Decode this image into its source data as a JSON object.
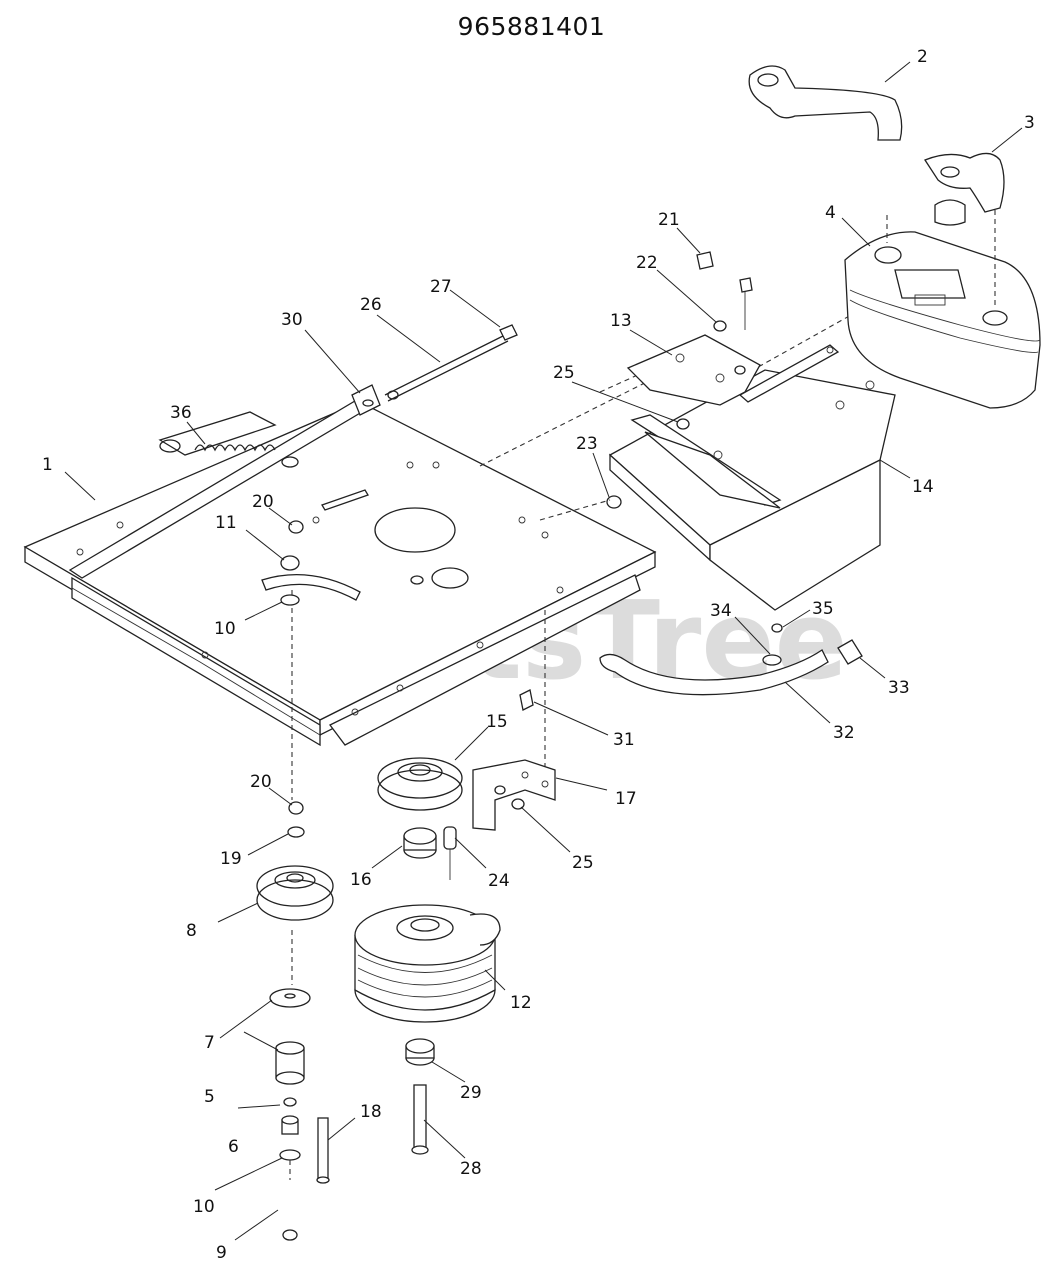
{
  "diagram": {
    "title": "965881401",
    "watermark": "PartsTree",
    "callouts": {
      "c1": "1",
      "c2": "2",
      "c3": "3",
      "c4": "4",
      "c5": "5",
      "c6": "6",
      "c7": "7",
      "c8": "8",
      "c9": "9",
      "c10a": "10",
      "c10b": "10",
      "c11": "11",
      "c12": "12",
      "c13": "13",
      "c14": "14",
      "c15": "15",
      "c16": "16",
      "c17": "17",
      "c18": "18",
      "c19": "19",
      "c20a": "20",
      "c20b": "20",
      "c21": "21",
      "c22": "22",
      "c23": "23",
      "c24": "24",
      "c25a": "25",
      "c25b": "25",
      "c26": "26",
      "c27": "27",
      "c28": "28",
      "c29": "29",
      "c30": "30",
      "c31": "31",
      "c32": "32",
      "c33": "33",
      "c34": "34",
      "c35": "35",
      "c36": "36"
    }
  }
}
